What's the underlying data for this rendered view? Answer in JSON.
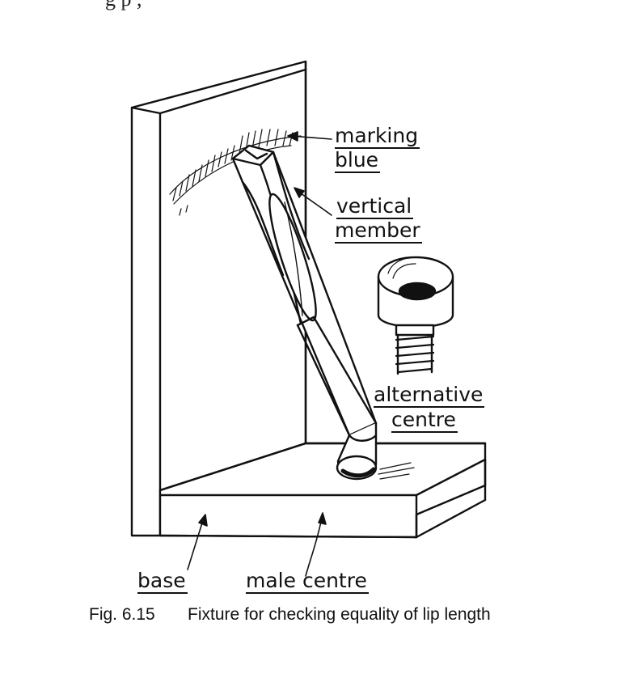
{
  "header_fragment": "g                                               p     ,",
  "labels": {
    "marking": "marking",
    "blue": "blue",
    "vertical": "vertical",
    "member": "member",
    "alternative": "alternative",
    "centre_alt": "centre",
    "base": "base",
    "male_centre": "male centre"
  },
  "caption": {
    "number": "Fig. 6.15",
    "text": "Fixture for checking equality of lip length"
  }
}
